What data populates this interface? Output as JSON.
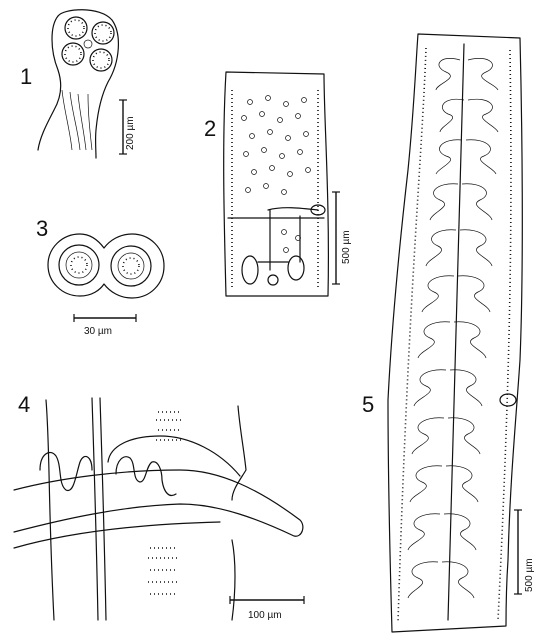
{
  "figures": [
    {
      "id": "1",
      "label": "1",
      "scale": "200 µm"
    },
    {
      "id": "2",
      "label": "2",
      "scale": "500 µm"
    },
    {
      "id": "3",
      "label": "3",
      "scale": "30 µm"
    },
    {
      "id": "4",
      "label": "4",
      "scale": "100 µm"
    },
    {
      "id": "5",
      "label": "5",
      "scale": "500 µm"
    }
  ]
}
